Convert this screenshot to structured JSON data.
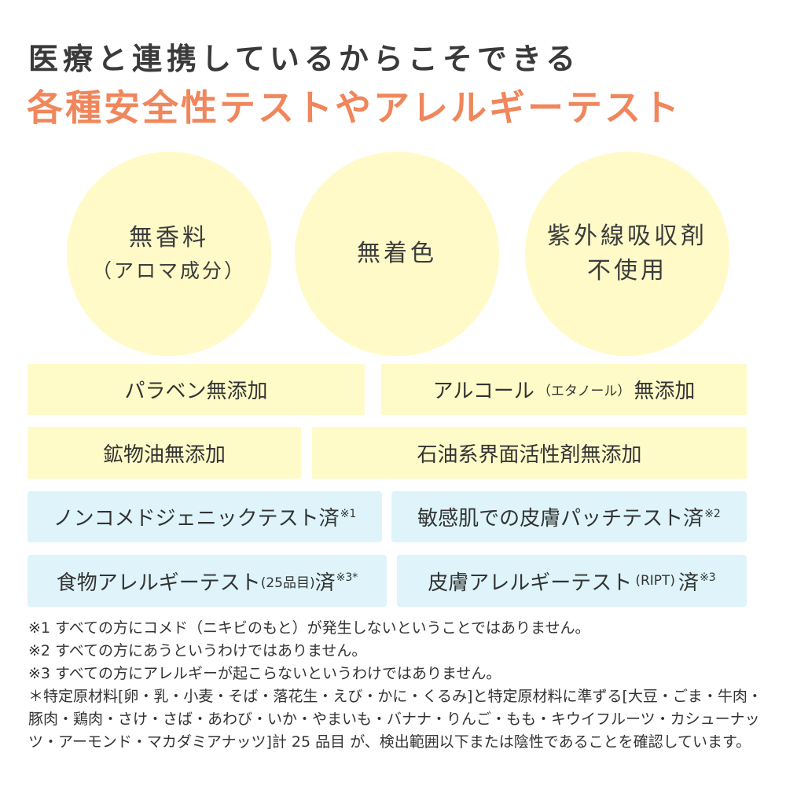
{
  "header": {
    "subtitle": "医療と連携しているからこそできる",
    "title": "各種安全性テストやアレルギーテスト"
  },
  "colors": {
    "title_accent": "#f0865c",
    "subtitle_text": "#3a3a3a",
    "circle_fill": "#fffac8",
    "yellow_box": "#fffbc8",
    "blue_box": "#def4fa"
  },
  "circles": [
    {
      "main": "無香料",
      "sub": "（アロマ成分）"
    },
    {
      "main": "無着色"
    },
    {
      "main": "紫外線吸収剤",
      "main2": "不使用"
    }
  ],
  "free_from": [
    {
      "label": "パラベン無添加"
    },
    {
      "label_pre": "アルコール",
      "label_small": "（エタノール）",
      "label_post": "無添加"
    },
    {
      "label": "鉱物油無添加"
    },
    {
      "label": "石油系界面活性剤無添加"
    }
  ],
  "tests": [
    {
      "label": "ノンコメドジェニックテスト済",
      "note": "※1"
    },
    {
      "label": "敏感肌での皮膚パッチテスト済",
      "note": "※2"
    },
    {
      "label_pre": "食物アレルギーテスト",
      "label_small": "(25品目)",
      "label_post": "済",
      "note": "※3*"
    },
    {
      "label_pre": "皮膚アレルギーテスト",
      "label_small": "(RIPT)",
      "label_post": "済",
      "note": "※3"
    }
  ],
  "notes": [
    "※1 すべての方にコメド（ニキビのもと）が発生しないということではありません。",
    "※2 すべての方にあうというわけではありません。",
    "※3 すべての方にアレルギーが起こらないというわけではありません。",
    "＊特定原材料[卵・乳・小麦・そば・落花生・えび・かに・くるみ]と特定原材料に準ずる[大豆・ごま・牛肉・豚肉・鶏肉・さけ・さば・あわび・いか・やまいも・バナナ・りんご・もも・キウイフルーツ・カシューナッツ・アーモンド・マカダミアナッツ]計 25 品目 が、検出範囲以下または陰性であることを確認しています。"
  ]
}
